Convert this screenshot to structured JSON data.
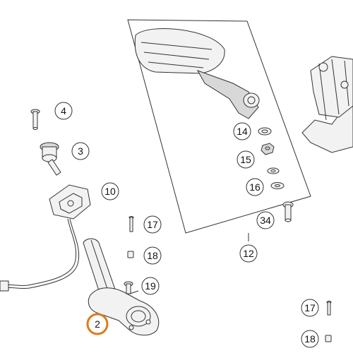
{
  "diagram": {
    "callouts": [
      "4",
      "3",
      "10",
      "14",
      "15",
      "16",
      "34",
      "12",
      "17",
      "18",
      "19",
      "2",
      "17",
      "18"
    ],
    "highlighted_callout": "2",
    "colors": {
      "highlight": "#e07a1a",
      "line": "#333333",
      "part_fill": "#f2f2f2"
    }
  }
}
